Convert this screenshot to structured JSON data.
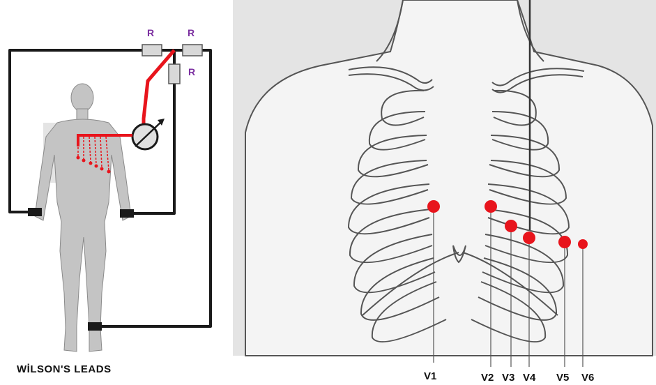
{
  "left_panel": {
    "caption": "WİLSON'S LEADS",
    "resistor_labels": [
      "R",
      "R",
      "R"
    ]
  },
  "right_panel": {
    "electrode_labels": [
      "V1",
      "V2",
      "V3",
      "V4",
      "V5",
      "V6"
    ]
  },
  "colors": {
    "electrode": "#e8141c",
    "wire": "#1a1a1a",
    "body": "#c4c4c4",
    "background_panel": "#e4e4e4",
    "resistor_label": "#7b2fa0"
  }
}
